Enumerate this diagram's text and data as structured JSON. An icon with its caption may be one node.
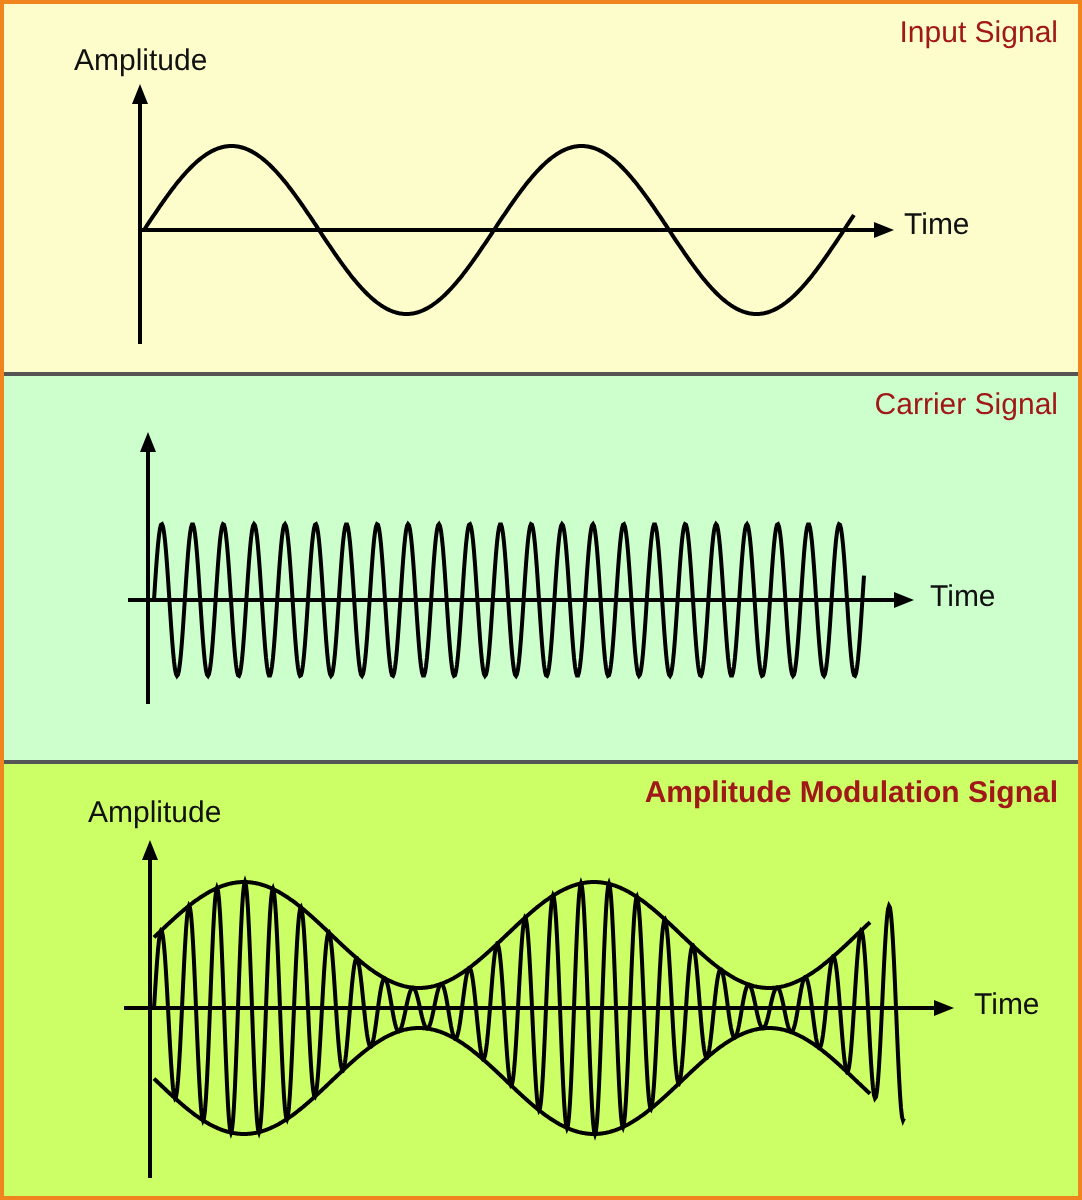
{
  "diagram": {
    "nodes": [
      {
        "text": [
          "Input Signal"
        ]
      },
      {
        "text": [
          "Carrier Signal"
        ]
      },
      {
        "text": [
          "Amplitude Modulation Signal"
        ]
      }
    ],
    "labels": [
      "Amplitude",
      "Time",
      "Time",
      "Amplitude",
      "Time"
    ]
  }
}
